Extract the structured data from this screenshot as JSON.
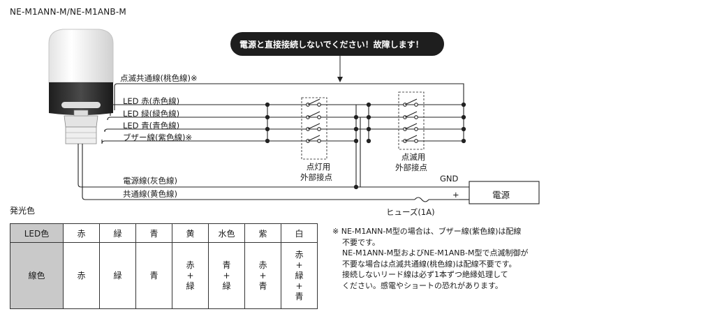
{
  "model_title": "NE-M1ANN-M/NE-M1ANB-M",
  "warning": "電源と直接接続しないでください！故障します！",
  "wires": {
    "blink_common": "点滅共通線(桃色線)※",
    "led_red": "LED 赤(赤色線)",
    "led_green": "LED 緑(緑色線)",
    "led_blue": "LED 青(青色線)",
    "buzzer": "ブザー線(紫色線)※",
    "power": "電源線(灰色線)",
    "common": "共通線(黄色線)"
  },
  "contacts": {
    "lighting": [
      "点灯用",
      "外部接点"
    ],
    "blinking": [
      "点滅用",
      "外部接点"
    ]
  },
  "power_supply": {
    "label": "電源",
    "gnd": "GND",
    "plus": "+",
    "fuse": "ヒューズ(1A)"
  },
  "table_title": "発光色",
  "color_table": {
    "header1": "LED色",
    "header2": "線色",
    "led_colors": [
      "赤",
      "緑",
      "青",
      "黄",
      "水色",
      "紫",
      "白"
    ],
    "wire_colors": [
      [
        "赤"
      ],
      [
        "緑"
      ],
      [
        "青"
      ],
      [
        "赤",
        "+",
        "緑"
      ],
      [
        "青",
        "+",
        "緑"
      ],
      [
        "赤",
        "+",
        "青"
      ],
      [
        "赤",
        "+",
        "緑",
        "+",
        "青"
      ]
    ]
  },
  "notes": [
    "※ NE-M1ANN-M型の場合は、ブザー線(紫色線)は配線",
    "不要です。",
    "NE-M1ANN-M型およびNE-M1ANB-M型で点滅制御が",
    "不要な場合は点滅共通線(桃色線)は配線不要です。",
    "接続しないリード線は必ず1本ずつ絶縁処理して",
    "ください。感電やショートの恐れがあります。"
  ]
}
